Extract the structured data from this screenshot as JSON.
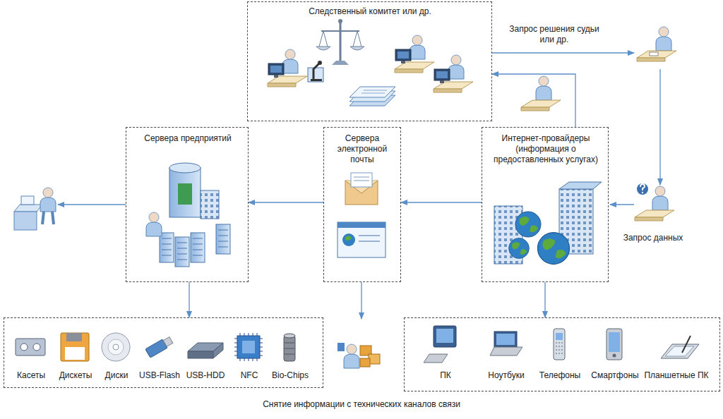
{
  "diagram": {
    "nodes": [
      {
        "text": [
          "Следственный комитет или др."
        ]
      },
      {
        "text": [
          "Сервера предприятий"
        ]
      },
      {
        "text": [
          "Сервера электронной почты"
        ]
      },
      {
        "text": [
          "Интернет-провайдеры (информация о предоставленных услугах)"
        ]
      },
      {
        "text": [
          "Касеты",
          "Дискеты",
          "Диски",
          "USB-Flash",
          "USB-HDD",
          "NFC",
          "Bio-Chips"
        ]
      },
      {
        "text": [
          "ПК",
          "Ноутбуки",
          "Телефоны",
          "Смартфоны",
          "Планшетные ПК"
        ]
      }
    ],
    "edges": [
      {
        "from": 3,
        "to": 0,
        "arrow": "to"
      },
      {
        "from": 3,
        "to": 2,
        "arrow": "to"
      },
      {
        "from": 2,
        "to": 1,
        "arrow": "to"
      },
      {
        "from": 1,
        "to": 4,
        "arrow": "to"
      },
      {
        "from": 3,
        "to": 5,
        "arrow": "to"
      }
    ],
    "labels": [
      "Запрос решения судьи или др.",
      "Запрос данных",
      "Снятие информации с технических каналов связи"
    ]
  }
}
